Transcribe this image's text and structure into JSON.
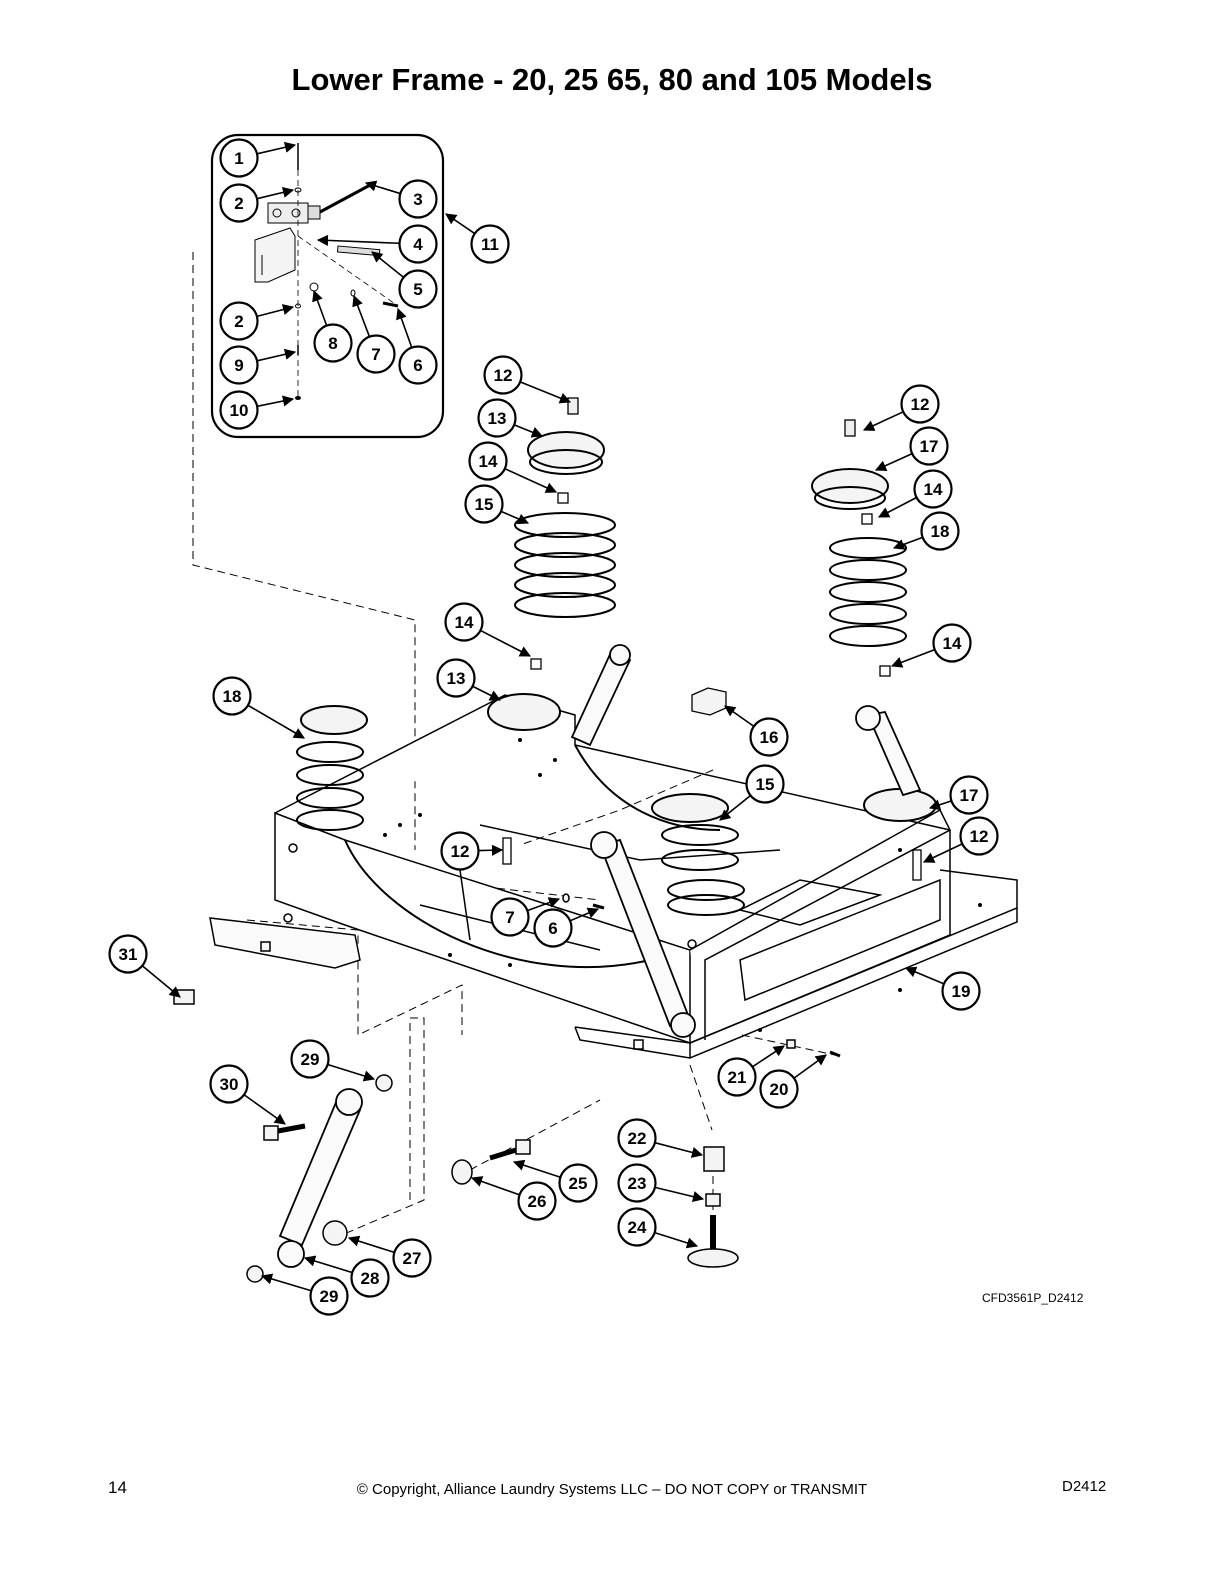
{
  "page": {
    "title": "Lower Frame - 20, 25 65, 80 and 105 Models",
    "drawing_id": "CFD3561P_D2412",
    "footer": {
      "page_number": "14",
      "copyright": "© Copyright, Alliance Laundry Systems LLC – DO NOT COPY or TRANSMIT",
      "doc_code": "D2412"
    }
  },
  "diagram": {
    "callouts": [
      "1",
      "2",
      "3",
      "4",
      "11",
      "5",
      "2",
      "8",
      "7",
      "6",
      "9",
      "10",
      "12",
      "13",
      "14",
      "15",
      "12",
      "17",
      "14",
      "18",
      "14",
      "14",
      "13",
      "18",
      "16",
      "15",
      "17",
      "12",
      "12",
      "7",
      "6",
      "31",
      "19",
      "21",
      "20",
      "22",
      "23",
      "24",
      "29",
      "30",
      "25",
      "26",
      "27",
      "28",
      "29"
    ]
  }
}
